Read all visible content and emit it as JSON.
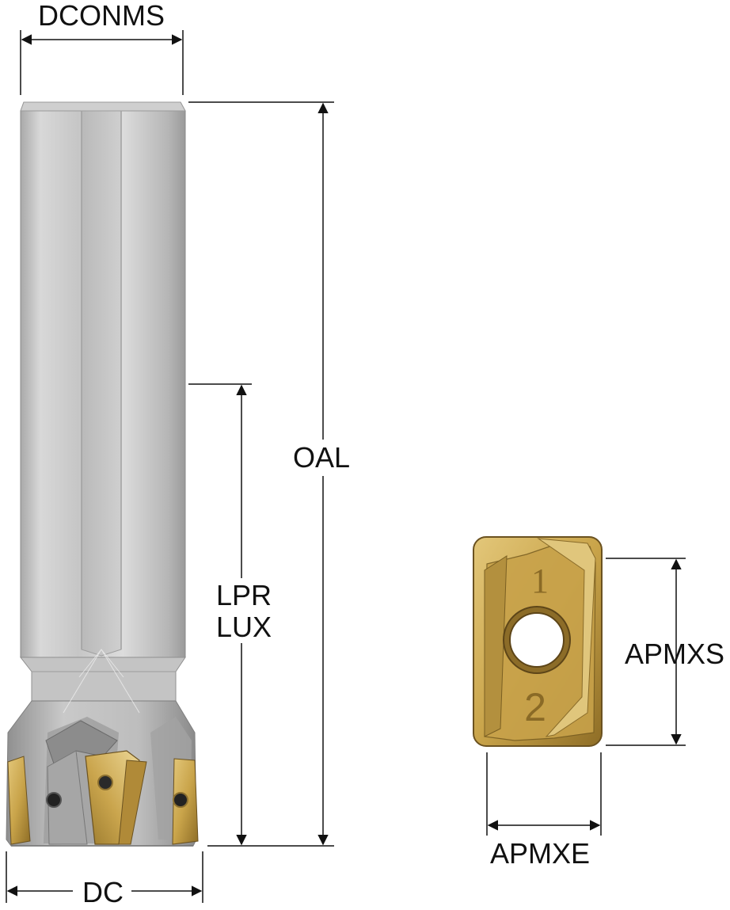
{
  "labels": {
    "dconms": "DCONMS",
    "oal": "OAL",
    "lpr": "LPR",
    "lux": "LUX",
    "dc": "DC",
    "apmxs": "APMXS",
    "apmxe": "APMXE"
  },
  "insert_marks": {
    "edge_1": "1",
    "edge_2": "2"
  },
  "colors": {
    "dimension_line": "#111111",
    "shank_light": "#d9d9d9",
    "shank_mid": "#b8b8b8",
    "shank_dark": "#8d8d8d",
    "insert_gold": "#c9a44a",
    "insert_dark": "#7a5f22",
    "insert_light": "#ead9a0"
  }
}
